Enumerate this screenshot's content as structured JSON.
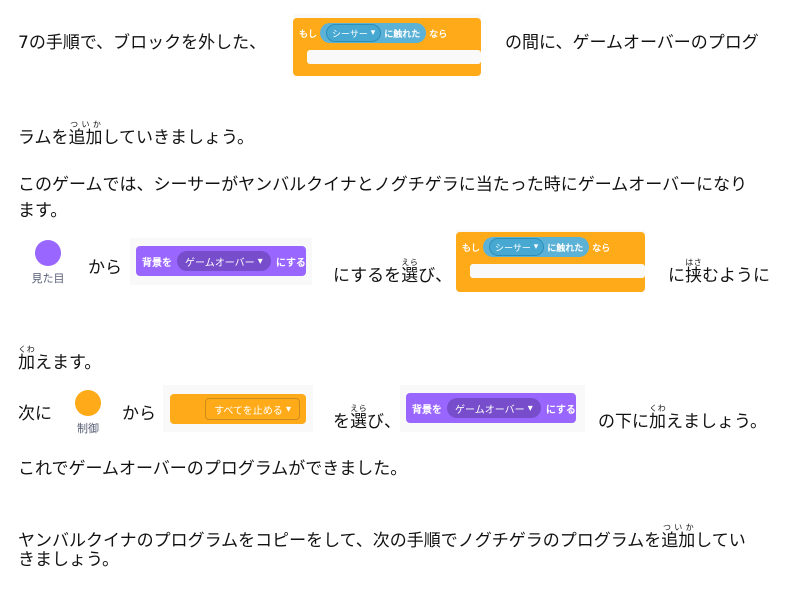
{
  "para1": {
    "a": "7の手順で、ブロックを外した、",
    "b": "の間に、ゲームオーバーのプログ",
    "c1": "ラムを",
    "c_kanji": "追加",
    "c_ruby": "ついか",
    "c2": "していきましょう。"
  },
  "para2": {
    "l1": "このゲームでは、シーサーがヤンバルクイナとノグチゲラに当たった時にゲームオーバーになり",
    "l2": "ます。"
  },
  "para3": {
    "category": "見た目",
    "kara": "から",
    "a": "にするを",
    "sen": "選",
    "sen_ruby": "えら",
    "a2": "び、",
    "b1": "に",
    "hasa": "挟",
    "hasa_ruby": "はさ",
    "b2": "むように",
    "c": "加",
    "c_ruby": "くわ",
    "c2": "えます。"
  },
  "para4": {
    "tsugini": "次に",
    "category": "制御",
    "kara": "から",
    "a": "を",
    "sen": "選",
    "sen_ruby": "えら",
    "a2": "び、",
    "b1": "の下に",
    "c": "加",
    "c_ruby": "くわ",
    "b2": "えましょう。"
  },
  "para5": "これでゲームオーバーのプログラムができました。",
  "para6": {
    "l1a": "ヤンバルクイナのプログラムをコピーをして、次の手順でノグチゲラのプログラムを",
    "kanji": "追加",
    "ruby": "ついか",
    "l1b": "してい",
    "l2": "きましょう。"
  },
  "blocks": {
    "if_block": {
      "if": "もし",
      "sprite": "シーサー",
      "touching": "に触れた",
      "then": "なら"
    },
    "backdrop_block": {
      "prefix": "背景を",
      "value": "ゲームオーバー",
      "suffix": "にする"
    },
    "stop_block": {
      "value": "すべてを止める"
    }
  },
  "colors": {
    "looks": "#9966ff",
    "control": "#ffab19",
    "sensing": "#5cb1d6"
  }
}
